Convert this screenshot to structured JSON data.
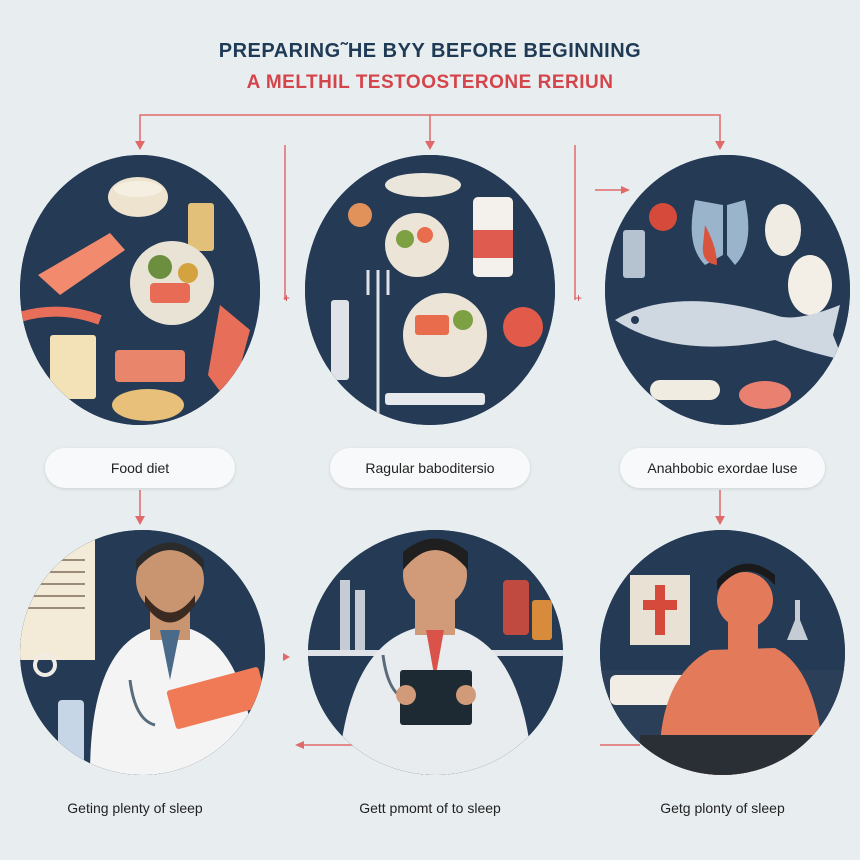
{
  "header": {
    "title_line1": "PREPARING˜HE BYY BEFORE  BEGINNING",
    "title_line2": "A MELTHIL TESTOOSTERONE RERIUN"
  },
  "steps_top": [
    {
      "label": "Food diet"
    },
    {
      "label": "Ragular baboditersio"
    },
    {
      "label": "Anahbobic exordae luse"
    }
  ],
  "steps_bottom": [
    {
      "caption": "Geting plenty of sleep"
    },
    {
      "caption": "Gett pmomt of to sleep"
    },
    {
      "caption": "Getg plonty of sleep"
    }
  ],
  "colors": {
    "background": "#e8edf0",
    "circle_dark": "#243a55",
    "title_navy": "#1f3a55",
    "title_red": "#d4454b",
    "connector_red": "#e06a6a"
  }
}
